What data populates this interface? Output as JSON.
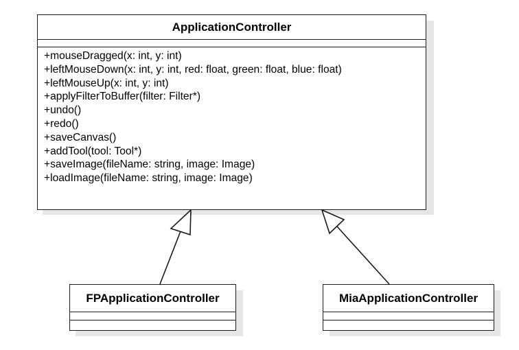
{
  "classes": {
    "application_controller": {
      "name": "ApplicationController",
      "operations": [
        "+mouseDragged(x: int, y: int)",
        "+leftMouseDown(x: int, y: int, red: float, green: float, blue: float)",
        "+leftMouseUp(x: int, y: int)",
        "+applyFilterToBuffer(filter: Filter*)",
        "+undo()",
        "+redo()",
        "+saveCanvas()",
        "+addTool(tool: Tool*)",
        "+saveImage(fileName: string, image: Image)",
        "+loadImage(fileName: string, image: Image)"
      ]
    },
    "fp_application_controller": {
      "name": "FPApplicationController"
    },
    "mia_application_controller": {
      "name": "MiaApplicationController"
    }
  },
  "relations": [
    {
      "type": "generalization",
      "from": "FPApplicationController",
      "to": "ApplicationController"
    },
    {
      "type": "generalization",
      "from": "MiaApplicationController",
      "to": "ApplicationController"
    }
  ]
}
